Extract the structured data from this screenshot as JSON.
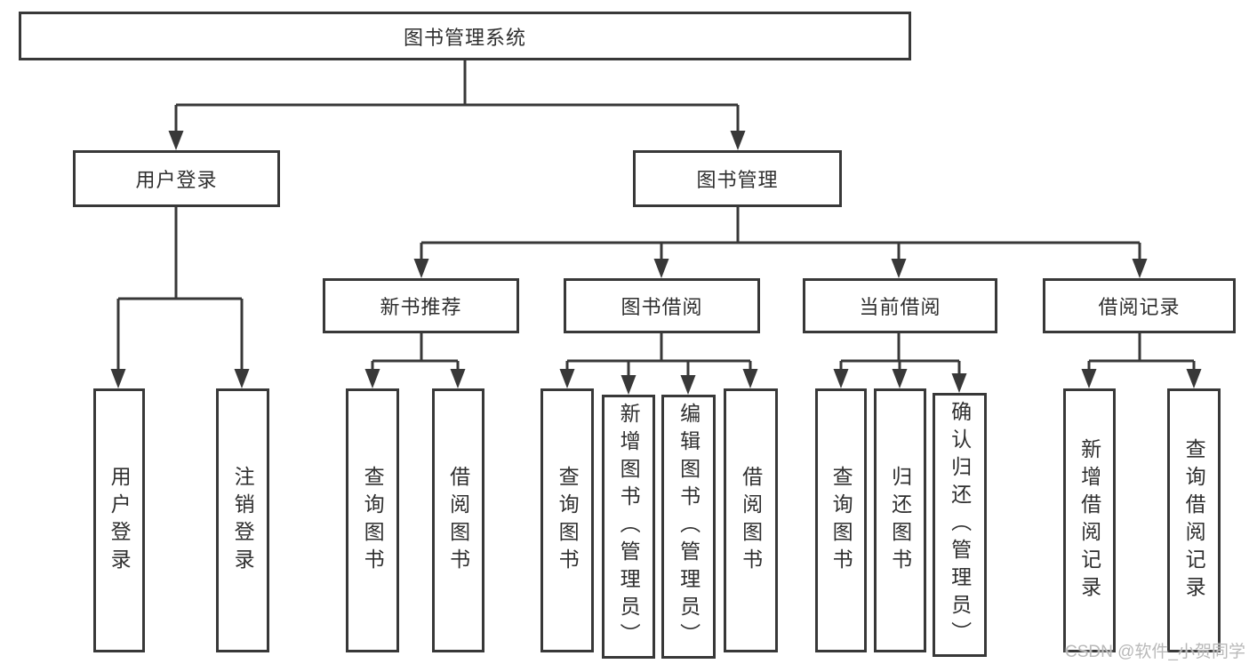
{
  "diagram_title": "图书管理系统",
  "tree": {
    "root": {
      "label": "图书管理系统",
      "children": [
        {
          "label": "用户登录",
          "children": [
            {
              "label": "用户登录"
            },
            {
              "label": "注销登录"
            }
          ]
        },
        {
          "label": "图书管理",
          "children": [
            {
              "label": "新书推荐",
              "children": [
                {
                  "label": "查询图书"
                },
                {
                  "label": "借阅图书"
                }
              ]
            },
            {
              "label": "图书借阅",
              "children": [
                {
                  "label": "查询图书"
                },
                {
                  "label": "新增图书（管理员）"
                },
                {
                  "label": "编辑图书（管理员）"
                },
                {
                  "label": "借阅图书"
                }
              ]
            },
            {
              "label": "当前借阅",
              "children": [
                {
                  "label": "查询图书"
                },
                {
                  "label": "归还图书"
                },
                {
                  "label": "确认归还（管理员）"
                }
              ]
            },
            {
              "label": "借阅记录",
              "children": [
                {
                  "label": "新增借阅记录"
                },
                {
                  "label": "查询借阅记录"
                }
              ]
            }
          ]
        }
      ]
    }
  },
  "watermark": "CSDN @软件_小贺同学",
  "colors": {
    "line": "#383838",
    "text": "#2f2f2f",
    "watermark": "#b9b9b9",
    "background": "#ffffff"
  }
}
